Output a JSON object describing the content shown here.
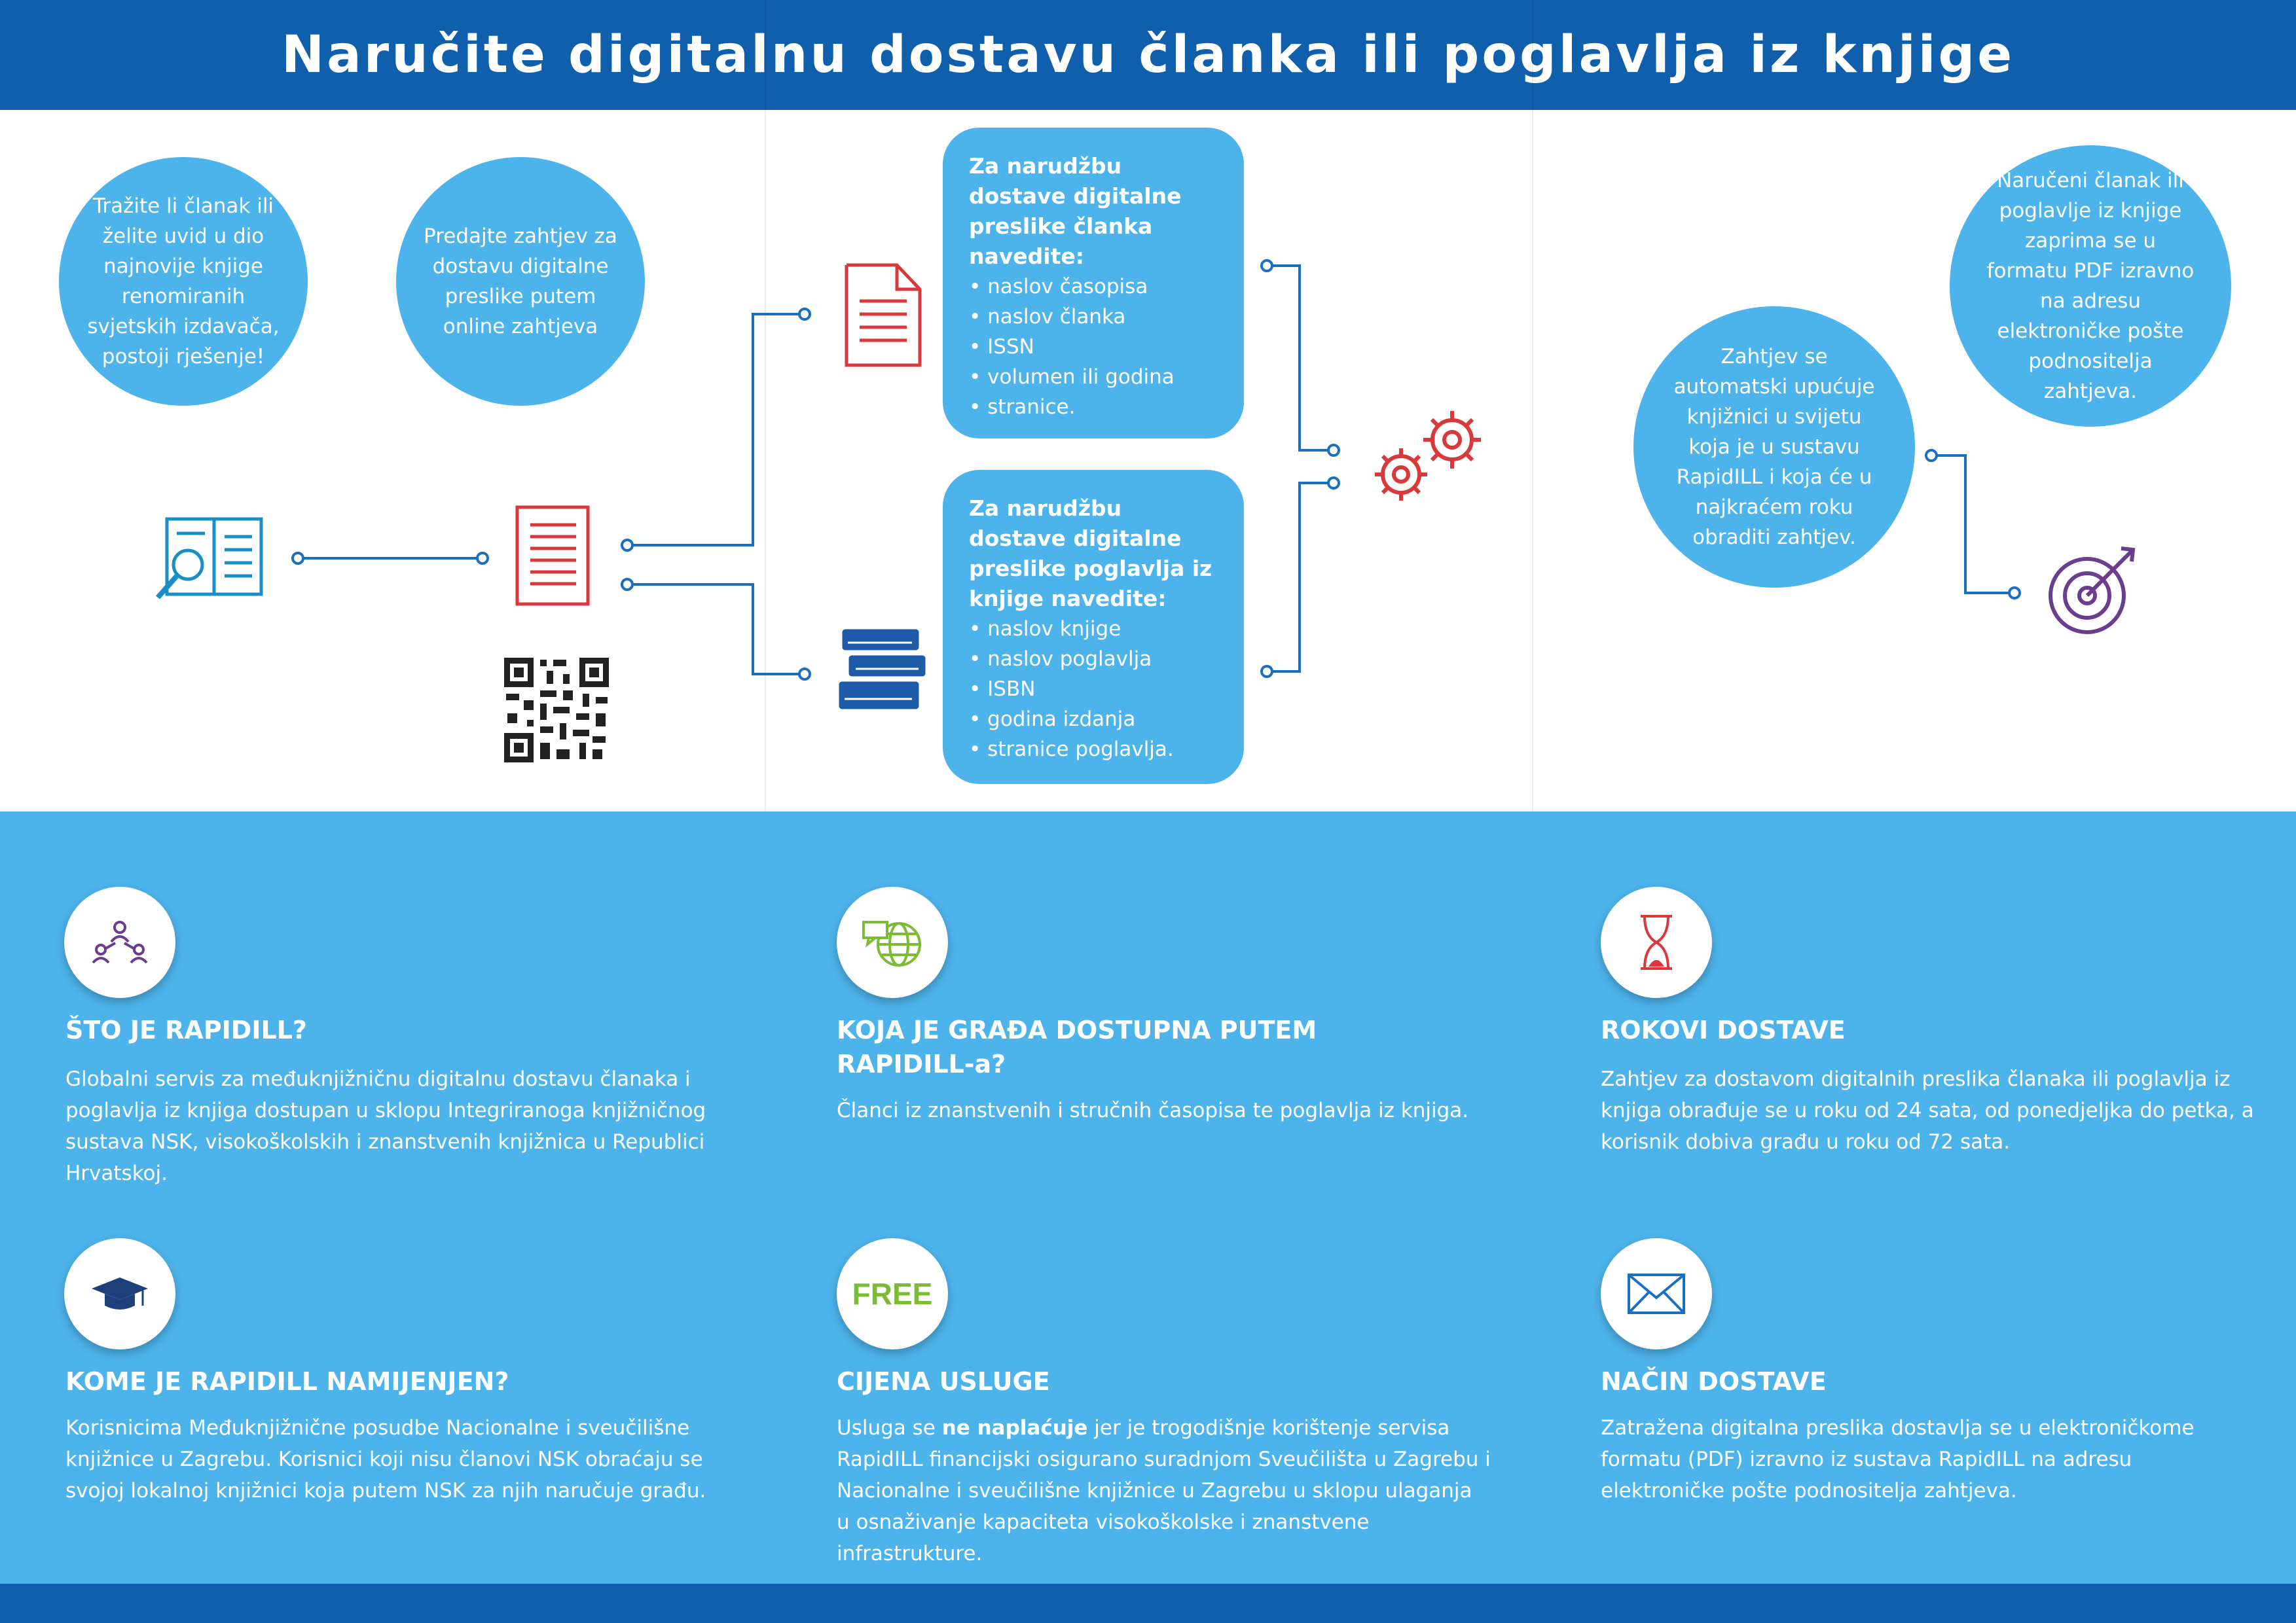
{
  "header": {
    "title": "Naručite digitalnu dostavu članka ili poglavlja iz knjige"
  },
  "flow": {
    "circle_1": "Tražite li članak ili želite uvid u dio najnovije knjige renomiranih svjetskih izdavača, postoji rješenje!",
    "circle_2": "Predajte zahtjev za dostavu digitalne preslike putem online zahtjeva",
    "article_box": {
      "heading": "Za narudžbu dostave digitalne preslike članka navedite:",
      "items": [
        "naslov časopisa",
        "naslov članka",
        "ISSN",
        "volumen ili godina",
        "stranice."
      ]
    },
    "chapter_box": {
      "heading": "Za narudžbu dostave digitalne preslike poglavlja iz knjige navedite:",
      "items": [
        "naslov knjige",
        "naslov poglavlja",
        "ISBN",
        "godina izdanja",
        "stranice poglavlja."
      ]
    },
    "circle_3": "Zahtjev se automatski upućuje knjižnici u svijetu koja je u sustavu RapidILL i koja će u najkraćem roku obraditi zahtjev.",
    "circle_4": "Naručeni članak ili poglavlje iz knjige zaprima se u formatu PDF izravno na adresu elektroničke pošte podnositelja zahtjeva."
  },
  "sections": {
    "what": {
      "heading": "ŠTO JE RAPIDILL?",
      "text": "Globalni servis za međuknjižničnu digitalnu dostavu članaka i poglavlja iz knjiga dostupan u sklopu Integriranoga knjižničnog sustava NSK, visokoškolskih i znanstvenih knjižnica u Republici Hrvatskoj.",
      "icon": "people-network-icon"
    },
    "materials": {
      "heading": "KOJA JE GRAĐA DOSTUPNA PUTEM RAPIDILL-a?",
      "text": "Članci iz znanstvenih i stručnih časopisa te poglavlja iz knjiga.",
      "icon": "globe-chat-icon"
    },
    "deadlines": {
      "heading": "ROKOVI DOSTAVE",
      "text": "Zahtjev za dostavom digitalnih preslika članaka ili poglavlja iz knjiga obrađuje se u roku od 24 sata, od ponedjeljka do petka, a korisnik dobiva građu u roku od 72 sata.",
      "icon": "hourglass-icon"
    },
    "audience": {
      "heading": "KOME JE RAPIDILL NAMIJENJEN?",
      "text": "Korisnicima Međuknjižnične posudbe Nacionalne i sveučilišne knjižnice u Zagrebu. Korisnici koji nisu članovi NSK obraćaju se svojoj lokalnoj knjižnici koja putem NSK za njih naručuje građu.",
      "icon": "graduation-cap-icon"
    },
    "price": {
      "heading": "CIJENA USLUGE",
      "text_before": "Usluga se ",
      "text_bold": "ne naplaćuje",
      "text_after": " jer je trogodišnje korištenje servisa RapidILL financijski osigurano suradnjom Sveučilišta u Zagrebu i Nacionalne i sveučilišne knjižnice u Zagrebu u sklopu ulaganja u osnaživanje kapaciteta visokoškolske i znanstvene infrastrukture.",
      "badge": "FREE"
    },
    "delivery": {
      "heading": "NAČIN DOSTAVE",
      "text": "Zatražena digitalna preslika dostavlja se u elektroničkome formatu (PDF) izravno iz sustava RapidILL na adresu elektroničke pošte podnositelja zahtjeva.",
      "icon": "envelope-icon"
    }
  },
  "colors": {
    "dark_blue": "#0f5fad",
    "light_blue": "#4db3eb",
    "red_icon": "#d9393b",
    "teal_icon": "#1a8fc7",
    "purple_icon": "#6a3d8f"
  }
}
